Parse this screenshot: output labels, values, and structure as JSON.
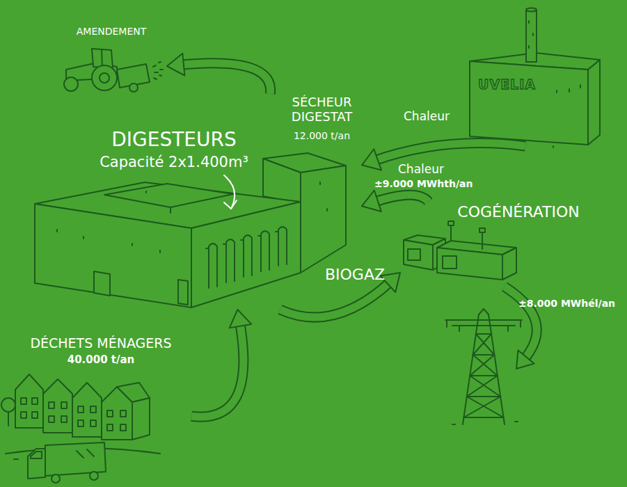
{
  "diagram": {
    "nodes": [
      {
        "text": [
          "AMENDEMENT"
        ]
      },
      {
        "text": [
          "UVELIA"
        ]
      },
      {
        "text": [
          "DIGESTEURS",
          "Capacité 2x1.400m³",
          "SÉCHEUR DIGESTAT",
          "12.000 t/an"
        ]
      },
      {
        "text": [
          "COGÉNÉRATION"
        ]
      },
      {
        "text": [
          "DÉCHETS MÉNAGERS",
          "40.000 t/an"
        ]
      }
    ],
    "edges": [
      {
        "from": 4,
        "to": 2,
        "arrow": "to"
      },
      {
        "from": 2,
        "to": 3,
        "label": "BIOGAZ",
        "arrow": "to"
      },
      {
        "from": 3,
        "to": 2,
        "label": "Chaleur",
        "arrow": "to"
      },
      {
        "from": 1,
        "to": 2,
        "label": "Chaleur",
        "arrow": "to"
      },
      {
        "from": 2,
        "to": 0,
        "arrow": "to"
      }
    ],
    "labels": [
      "±9.000 MWhth/an",
      "±8.000 MWhél/an"
    ]
  }
}
